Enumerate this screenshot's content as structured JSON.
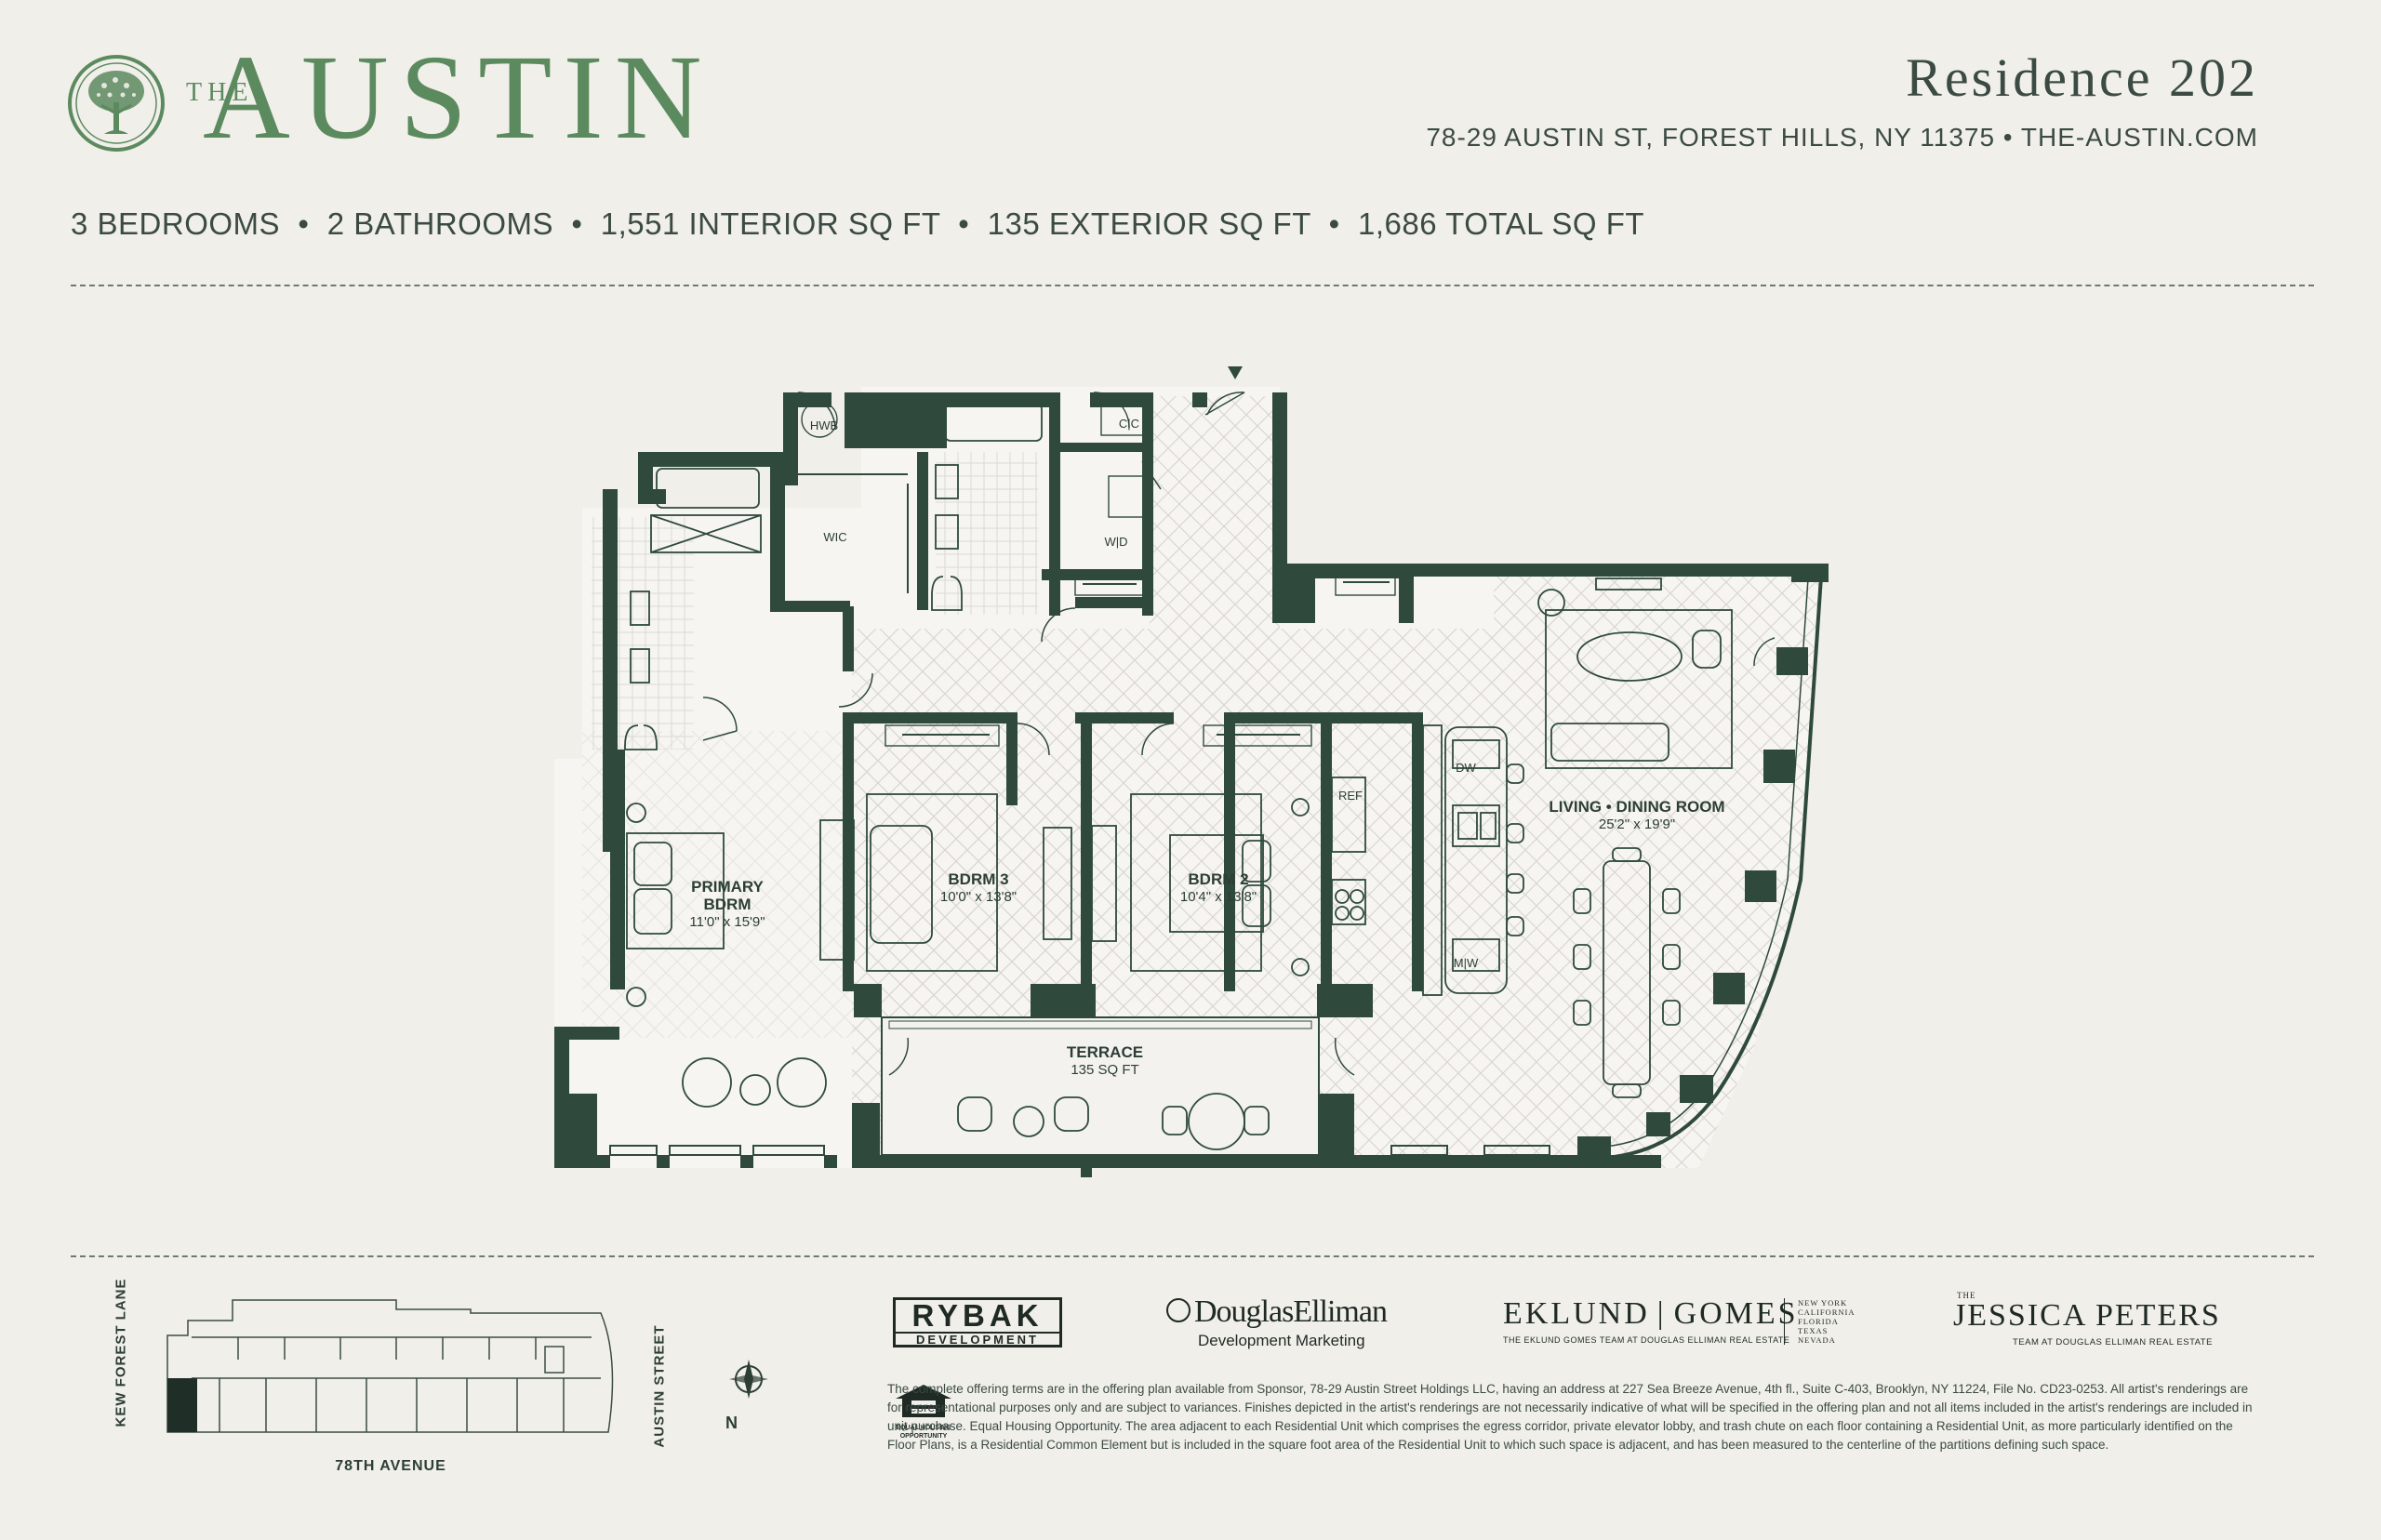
{
  "header": {
    "brand_prefix": "THE",
    "brand_name": "AUSTIN",
    "residence": "Residence 202",
    "address": "78-29 AUSTIN ST, FOREST HILLS, NY 11375 • THE-AUSTIN.COM"
  },
  "stats": {
    "text": "3 BEDROOMS  •  2 BATHROOMS  •  1,551 INTERIOR SQ FT  •  135 EXTERIOR SQ FT  •  1,686 TOTAL SQ FT"
  },
  "floorplan": {
    "rooms": {
      "primary_name": "PRIMARY",
      "primary_name2": "BDRM",
      "primary_dim": "11'0\" x 15'9\"",
      "bdrm3_name": "BDRM 3",
      "bdrm3_dim": "10'0\" x 13'8\"",
      "bdrm2_name": "BDRM 2",
      "bdrm2_dim": "10'4\" x 13'8\"",
      "living_name": "LIVING • DINING ROOM",
      "living_dim": "25'2\" x 19'9\"",
      "terrace_name": "TERRACE",
      "terrace_dim": "135 SQ FT"
    },
    "fixtures": {
      "hwb": "HWB",
      "wic": "WIC",
      "cc": "C|C",
      "wd": "W|D",
      "ref": "REF",
      "dw": "DW",
      "mw": "M|W"
    }
  },
  "keyplan": {
    "street_left": "KEW FOREST LANE",
    "street_right": "AUSTIN STREET",
    "street_bottom": "78TH AVENUE",
    "north": "N"
  },
  "logos": {
    "rybak_1": "RYBAK",
    "rybak_2": "DEVELOPMENT",
    "de_name": "DouglasElliman",
    "de_sub": "Development Marketing",
    "eg_left": "EKLUND",
    "eg_right": "GOMES",
    "eg_sub": "THE EKLUND GOMES TEAM AT DOUGLAS ELLIMAN REAL ESTATE",
    "eg_states": [
      "NEW YORK",
      "CALIFORNIA",
      "FLORIDA",
      "TEXAS",
      "NEVADA"
    ],
    "jp_the": "THE",
    "jp_name": "JESSICA PETERS",
    "jp_sub": "TEAM AT DOUGLAS ELLIMAN REAL ESTATE",
    "eho_1": "EQUAL HOUSING",
    "eho_2": "OPPORTUNITY"
  },
  "disclaimer": "The complete offering terms are in the offering plan available from Sponsor, 78-29 Austin Street Holdings LLC, having an address at 227 Sea Breeze Avenue, 4th fl., Suite C-403, Brooklyn, NY 11224, File No. CD23-0253. All artist's renderings are for representational purposes only and are subject to variances. Finishes depicted in the artist's renderings are not necessarily indicative of what will be specified in the offering plan and not all items included in the artist's renderings are included in unit purchase. Equal Housing Opportunity. The area adjacent to each Residential Unit which comprises the egress corridor, private elevator lobby, and trash chute on each floor containing a Residential Unit, as more particularly identified on the Floor Plans, is a Residential Common Element but is included in the square foot area of the Residential Unit to which such space is adjacent, and has been measured to the centerline of the partitions defining such space.",
  "colors": {
    "brand_green": "#5c8a5f",
    "wall": "#2f4a3d",
    "background": "#f1efea"
  },
  "icons": [
    "tree-logo-icon",
    "north-compass-icon",
    "equal-housing-icon",
    "de-monogram-icon"
  ]
}
